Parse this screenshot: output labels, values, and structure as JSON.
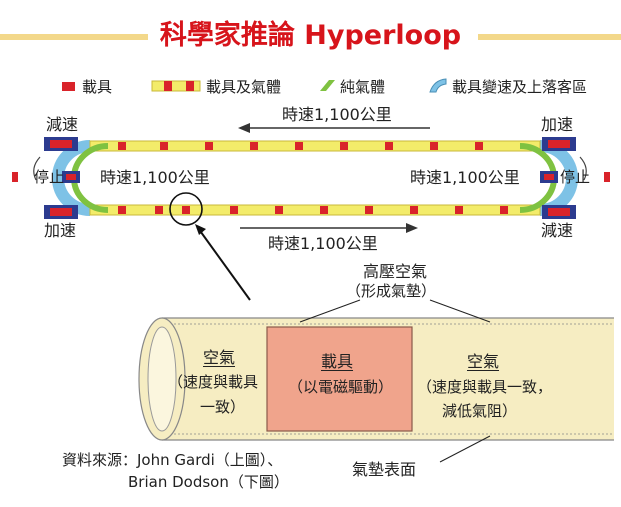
{
  "title": "科學家推論 Hyperloop",
  "legend": {
    "capsule": "載具",
    "capsule_and_air": "載具及氣體",
    "pure_air": "純氣體",
    "accel_zone": "載具變速及上落客區"
  },
  "loop": {
    "speed_top": "時速1,100公里",
    "speed_bottom": "時速1,100公里",
    "speed_left_inner": "時速1,100公里",
    "speed_right_inner": "時速1,100公里",
    "left_decel": "減速",
    "left_stop": "停止",
    "left_accel": "加速",
    "right_accel": "加速",
    "right_stop": "停止",
    "right_decel": "減速"
  },
  "detail": {
    "high_pressure_air": "高壓空氣",
    "air_cushion_note": "（形成氣墊）",
    "left_air_title": "空氣",
    "left_air_line1": "（速度與載具",
    "left_air_line2": "一致）",
    "capsule_title": "載具",
    "capsule_note": "（以電磁驅動）",
    "right_air_title": "空氣",
    "right_air_line1": "（速度與載具一致，",
    "right_air_line2": "減低氣阻）",
    "cushion_surface": "氣墊表面"
  },
  "source": {
    "line1": "資料來源：John Gardi（上圖）、",
    "line2": "Brian Dodson（下圖）"
  },
  "colors": {
    "title_red": "#d7141b",
    "capsule_red": "#d9232a",
    "tube_yellow": "#f3ec6a",
    "pure_air_green": "#7fc241",
    "accel_blue": "#7ec2e6",
    "tube_cream": "#f6edc2",
    "capsule_fill": "#f0a48c"
  }
}
